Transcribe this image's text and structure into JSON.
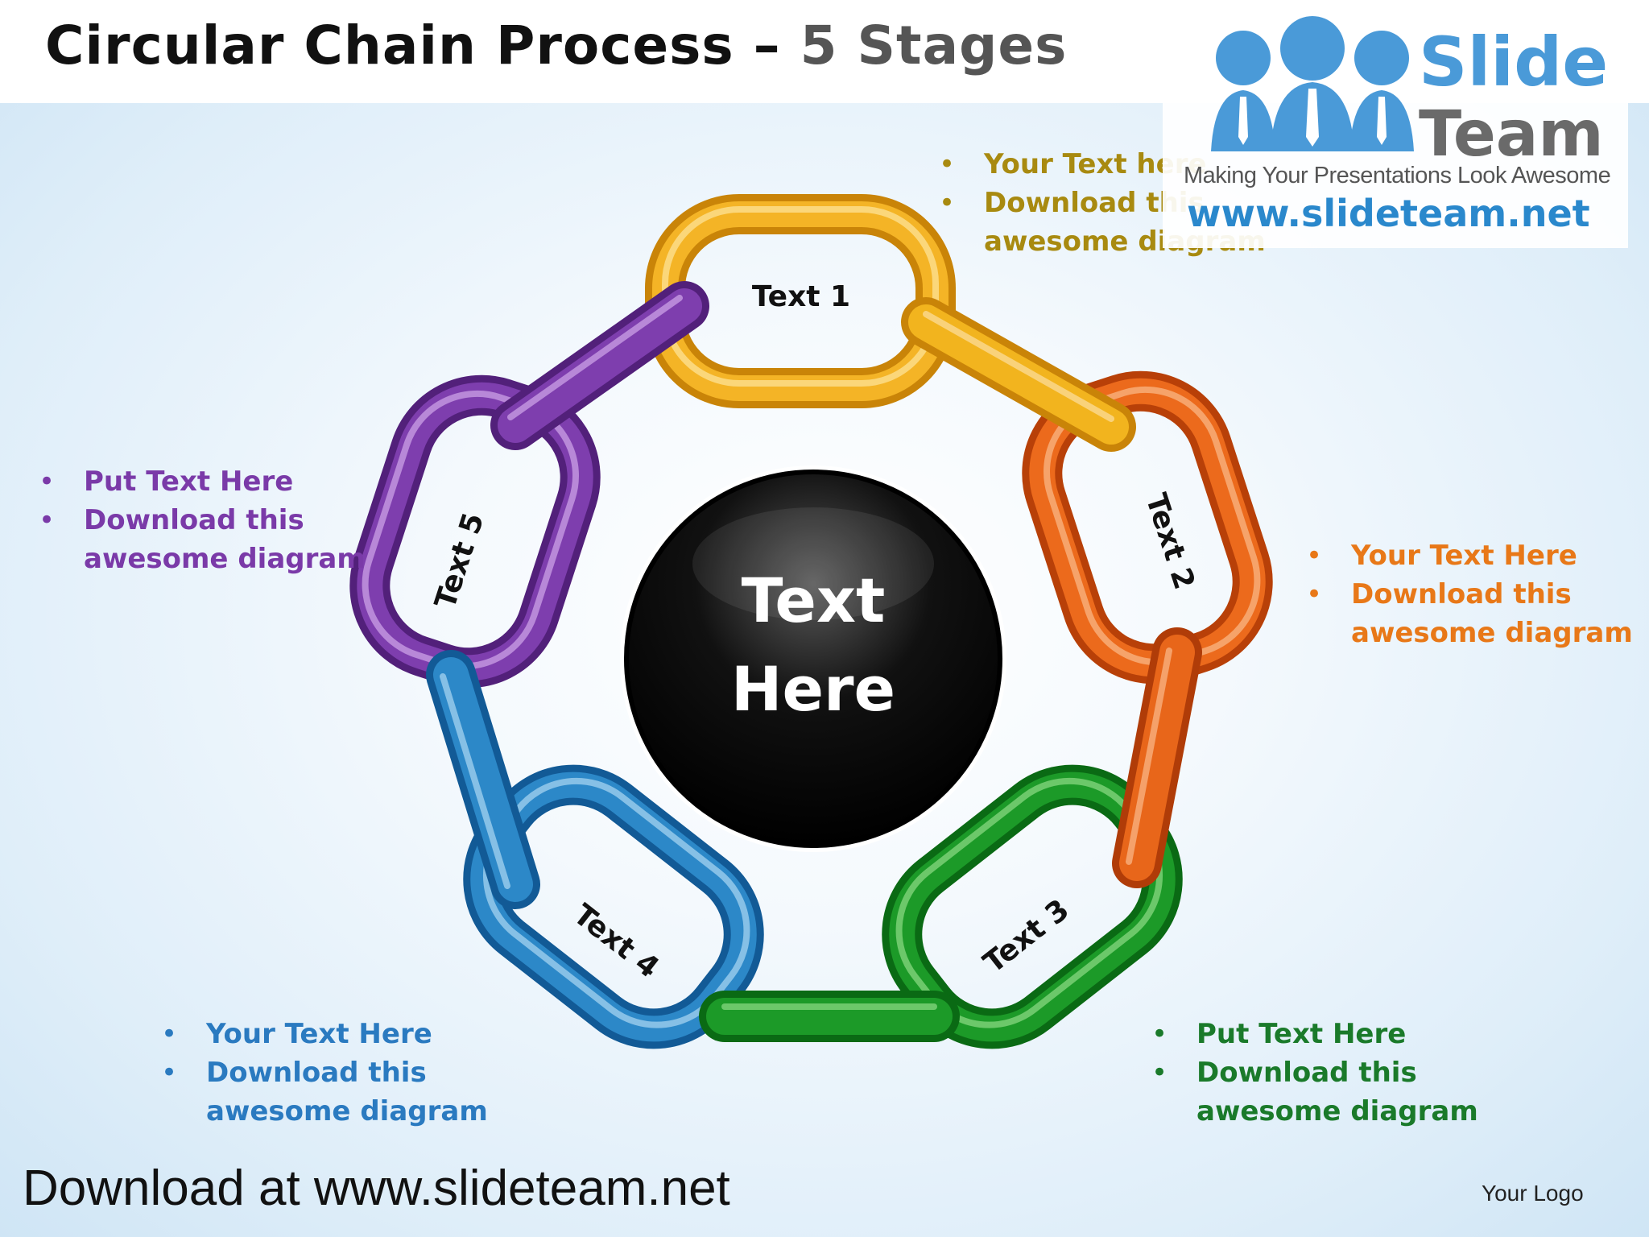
{
  "title": {
    "main": "Circular Chain Process – ",
    "sub": "5 Stages"
  },
  "center": {
    "line1": "Text",
    "line2": "Here"
  },
  "links": [
    {
      "label": "Text 1",
      "color": "#f0a818"
    },
    {
      "label": "Text 2",
      "color": "#e8661a"
    },
    {
      "label": "Text 3",
      "color": "#1a9a2a"
    },
    {
      "label": "Text 4",
      "color": "#2a86c8"
    },
    {
      "label": "Text 5",
      "color": "#7a3aa8"
    }
  ],
  "callouts": {
    "c1": {
      "color": "#a88a10",
      "bullet": "•",
      "items": [
        "Your Text  here",
        "Download this",
        "awesome diagram"
      ]
    },
    "c2": {
      "color": "#e87818",
      "bullet": "•",
      "items": [
        "Your Text Here",
        "Download this",
        "awesome diagram"
      ]
    },
    "c3": {
      "color": "#1a7a2a",
      "bullet": "•",
      "items": [
        "Put Text Here",
        "Download this",
        "awesome diagram"
      ]
    },
    "c4": {
      "color": "#2a7ac0",
      "bullet": "•",
      "items": [
        "Your Text Here",
        "Download this",
        "awesome diagram"
      ]
    },
    "c5": {
      "color": "#7a3aa8",
      "bullet": "•",
      "items": [
        "Put Text Here",
        "Download this",
        "awesome diagram"
      ]
    }
  },
  "logo": {
    "word1": "Slide",
    "word2": "Team",
    "tagline": "Making Your Presentations Look Awesome",
    "url": "www.slideteam.net"
  },
  "footer": {
    "download": "Download at www.slideteam.net",
    "your_logo": "Your Logo"
  }
}
